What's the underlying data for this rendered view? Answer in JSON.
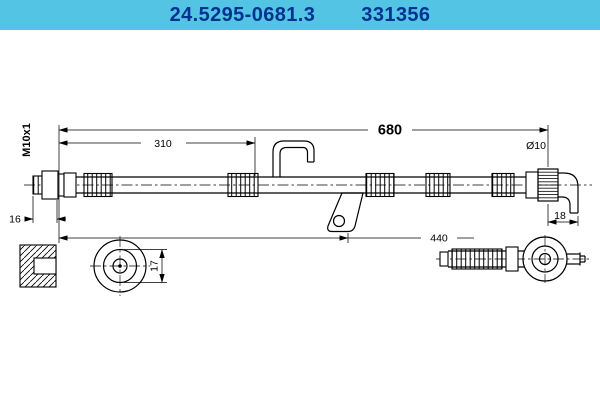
{
  "header": {
    "part_number": "24.5295-0681.3",
    "ref_number": "331356",
    "bg_color": "#54c4e4",
    "text_color": "#003390"
  },
  "dimensions": {
    "overall_length": "680",
    "clip_distance": "310",
    "bracket_distance": "440",
    "fitting_length": "16",
    "eye_diameter": "17",
    "pin_offset": "18",
    "pin_diameter": "Ø10",
    "thread_spec": "M10x1"
  },
  "colors": {
    "line": "#000000",
    "background": "#ffffff"
  }
}
